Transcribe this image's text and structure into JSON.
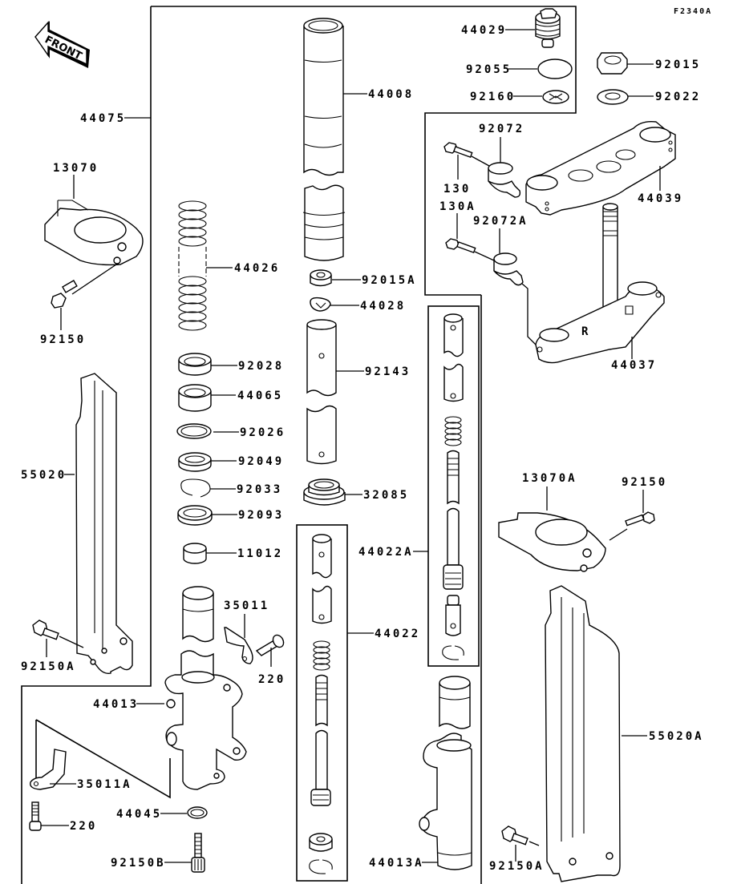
{
  "diagram": {
    "figure_code": "F2340A",
    "direction_indicator": "FRONT",
    "labels": {
      "p44075": "44075",
      "p13070": "13070",
      "p92150_left": "92150",
      "p55020": "55020",
      "p92150A_left": "92150A",
      "p44026": "44026",
      "p92028": "92028",
      "p44065": "44065",
      "p92026": "92026",
      "p92049": "92049",
      "p92033": "92033",
      "p92093": "92093",
      "p11012": "11012",
      "p35011": "35011",
      "p220_upper": "220",
      "p44013": "44013",
      "p35011A": "35011A",
      "p220_lower": "220",
      "p44045": "44045",
      "p92150B": "92150B",
      "p44008": "44008",
      "p92015A": "92015A",
      "p44028": "44028",
      "p92143": "92143",
      "p32085": "32085",
      "p44022": "44022",
      "p44022A": "44022A",
      "p44013A": "44013A",
      "p44029": "44029",
      "p92055": "92055",
      "p92160": "92160",
      "p92015": "92015",
      "p92022": "92022",
      "p92072": "92072",
      "p130": "130",
      "p44039": "44039",
      "p130A": "130A",
      "p92072A": "92072A",
      "p44037": "44037",
      "p13070A": "13070A",
      "p92150_right": "92150",
      "p55020A": "55020A",
      "p92150A_right": "92150A",
      "clamp_marker": "R"
    }
  }
}
